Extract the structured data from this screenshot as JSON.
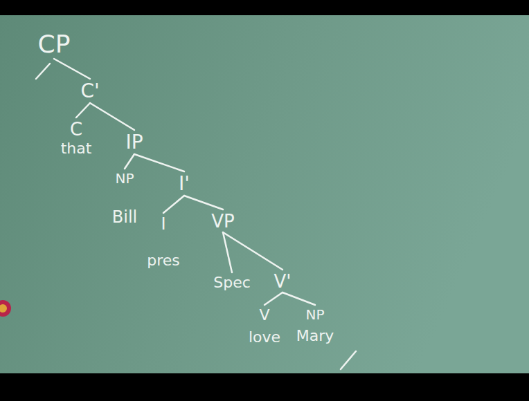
{
  "diagram": {
    "nodes": [
      {
        "text": [
          "CP"
        ]
      },
      {
        "text": [
          "C'"
        ]
      },
      {
        "text": [
          "C",
          "that"
        ]
      },
      {
        "text": [
          "IP"
        ]
      },
      {
        "text": [
          "NP",
          "Bill"
        ]
      },
      {
        "text": [
          "I'"
        ]
      },
      {
        "text": [
          "I",
          "pres"
        ]
      },
      {
        "text": [
          "VP"
        ]
      },
      {
        "text": [
          "Spec"
        ]
      },
      {
        "text": [
          "V'"
        ]
      },
      {
        "text": [
          "V",
          "love"
        ]
      },
      {
        "text": [
          "NP",
          "Mary"
        ]
      }
    ],
    "edges": [
      {
        "from": 0,
        "to": 1,
        "arrow": "none"
      },
      {
        "from": 1,
        "to": 2,
        "arrow": "none"
      },
      {
        "from": 1,
        "to": 3,
        "arrow": "none"
      },
      {
        "from": 3,
        "to": 4,
        "arrow": "none"
      },
      {
        "from": 3,
        "to": 5,
        "arrow": "none"
      },
      {
        "from": 5,
        "to": 6,
        "arrow": "none"
      },
      {
        "from": 5,
        "to": 7,
        "arrow": "none"
      },
      {
        "from": 7,
        "to": 8,
        "arrow": "none"
      },
      {
        "from": 7,
        "to": 9,
        "arrow": "none"
      },
      {
        "from": 9,
        "to": 10,
        "arrow": "none"
      },
      {
        "from": 9,
        "to": 11,
        "arrow": "none"
      }
    ]
  }
}
